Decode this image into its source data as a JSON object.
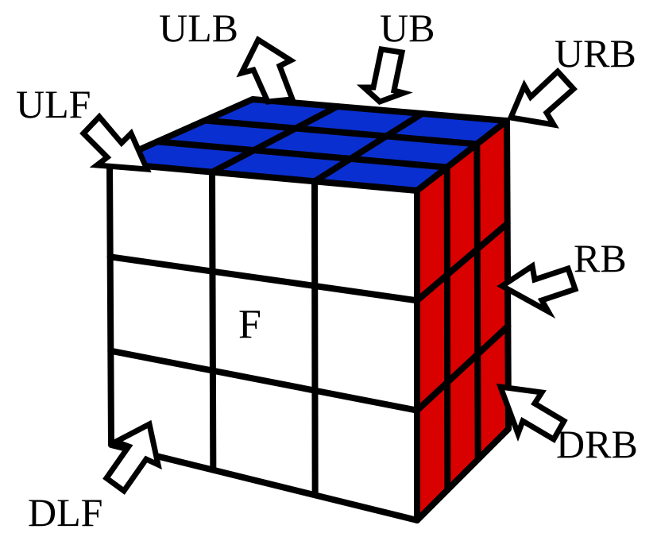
{
  "colors": {
    "top": "#0a2fd0",
    "front": "#ffffff",
    "right": "#d90000",
    "outline": "#000000"
  },
  "face_label": "F",
  "arrows": [
    {
      "id": "ULB",
      "label": "ULB"
    },
    {
      "id": "UB",
      "label": "UB"
    },
    {
      "id": "URB",
      "label": "URB"
    },
    {
      "id": "ULF",
      "label": "ULF"
    },
    {
      "id": "RB",
      "label": "RB"
    },
    {
      "id": "DRB",
      "label": "DRB"
    },
    {
      "id": "DLF",
      "label": "DLF"
    }
  ]
}
